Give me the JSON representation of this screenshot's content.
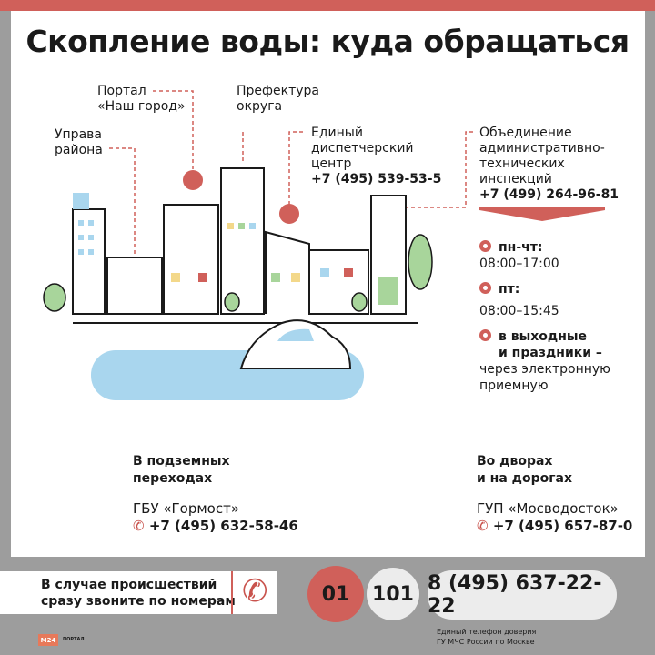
{
  "title": "Скопление воды: куда обращаться",
  "labels": {
    "portal": [
      "Портал",
      "«Наш город»"
    ],
    "prefecture": [
      "Префектура",
      "округа"
    ],
    "uprava": [
      "Управа",
      "района"
    ],
    "edc": {
      "lines": [
        "Единый",
        "диспетчерский",
        "центр"
      ],
      "phone": "+7 (495) 539-53-5"
    },
    "oati": {
      "lines": [
        "Объединение",
        "административно-",
        "технических",
        "инспекций"
      ],
      "phone": "+7 (499) 264-96-81"
    }
  },
  "schedule": [
    {
      "day": "пн-чт:",
      "time": "08:00–17:00"
    },
    {
      "day": "пт:",
      "time": "08:00–15:45"
    },
    {
      "day": [
        "в выходные",
        "и праздники –"
      ],
      "time": [
        "через электронную",
        "приемную"
      ]
    }
  ],
  "bottom": [
    {
      "title": [
        "В подземных",
        "переходах"
      ],
      "org": "ГБУ «Гормост»",
      "phone": "+7 (495) 632-58-46"
    },
    {
      "title": [
        "Во дворах",
        "и на дорогах"
      ],
      "org": "ГУП «Мосводосток»",
      "phone": "+7 (495) 657-87-0"
    }
  ],
  "footer": {
    "text": [
      "В случае происшествий",
      "сразу звоните по номерам"
    ],
    "numbers": [
      "01",
      "101",
      "8 (495) 637-22-22"
    ],
    "note": [
      "Единый телефон доверия",
      "ГУ МЧС России по Москве"
    ],
    "logo": "M24",
    "logo_sub": "ПОРТАЛ"
  },
  "colors": {
    "accent": "#d0605a",
    "water": "#a9d6ee",
    "green": "#a8d59b",
    "yellow": "#f3d88a",
    "bg": "#9d9d9d"
  }
}
